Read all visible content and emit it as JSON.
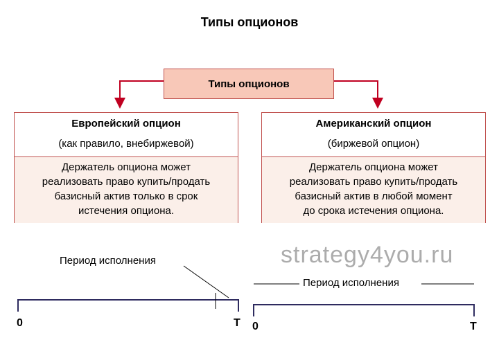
{
  "title": "Типы опционов",
  "root_box": "Типы опционов",
  "european": {
    "title": "Европейский опцион",
    "subtitle": "(как правило, внебиржевой)",
    "description": [
      "Держатель опциона может",
      "реализовать право купить/продать",
      "базисный актив только в срок",
      "истечения опциона."
    ]
  },
  "american": {
    "title": "Американский опцион",
    "subtitle": "(биржевой опцион)",
    "description": [
      "Держатель опциона может",
      "реализовать право купить/продать",
      "базисный актив в любой момент",
      "до срока истечения опциона."
    ]
  },
  "timeline_left": {
    "label": "Период исполнения",
    "start": "0",
    "end": "T"
  },
  "timeline_right": {
    "label": "Период исполнения",
    "start": "0",
    "end": "T"
  },
  "watermark": "strategy4you.ru",
  "colors": {
    "border": "#c0504d",
    "arrow": "#c00020",
    "root_fill": "#f8c8b8",
    "desc_fill": "#fbefe9",
    "timeline": "#2e2b5f"
  }
}
